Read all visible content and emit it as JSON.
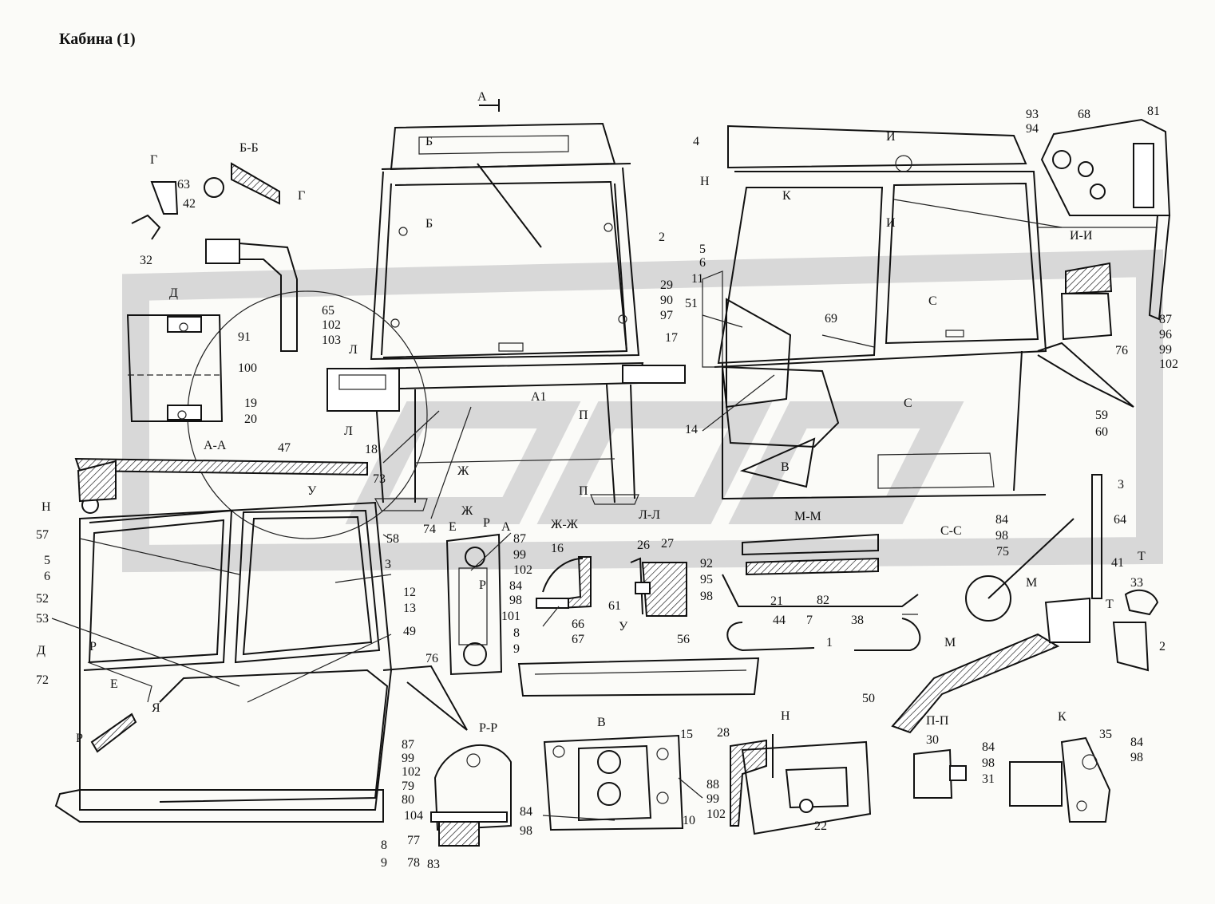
{
  "title": "Кабина (1)",
  "section_labels": [
    "А-А",
    "Б-Б",
    "Г",
    "Д",
    "Ж-Ж",
    "Л-Л",
    "М-М",
    "С-С",
    "И-И",
    "Р-Р",
    "В",
    "Н",
    "П-П",
    "К",
    "У",
    "Т",
    "Е"
  ],
  "callouts": [
    "1",
    "2",
    "3",
    "4",
    "5",
    "6",
    "7",
    "8",
    "9",
    "10",
    "11",
    "12",
    "13",
    "14",
    "15",
    "16",
    "17",
    "18",
    "19",
    "20",
    "21",
    "22",
    "26",
    "27",
    "28",
    "29",
    "30",
    "31",
    "32",
    "33",
    "35",
    "38",
    "41",
    "42",
    "44",
    "47",
    "49",
    "50",
    "51",
    "52",
    "53",
    "56",
    "57",
    "58",
    "59",
    "60",
    "61",
    "63",
    "64",
    "65",
    "66",
    "67",
    "68",
    "69",
    "72",
    "73",
    "74",
    "75",
    "76",
    "77",
    "78",
    "79",
    "80",
    "81",
    "82",
    "83",
    "84",
    "87",
    "88",
    "90",
    "91",
    "92",
    "93",
    "94",
    "95",
    "96",
    "97",
    "98",
    "99",
    "100",
    "101",
    "102",
    "103",
    "104"
  ]
}
